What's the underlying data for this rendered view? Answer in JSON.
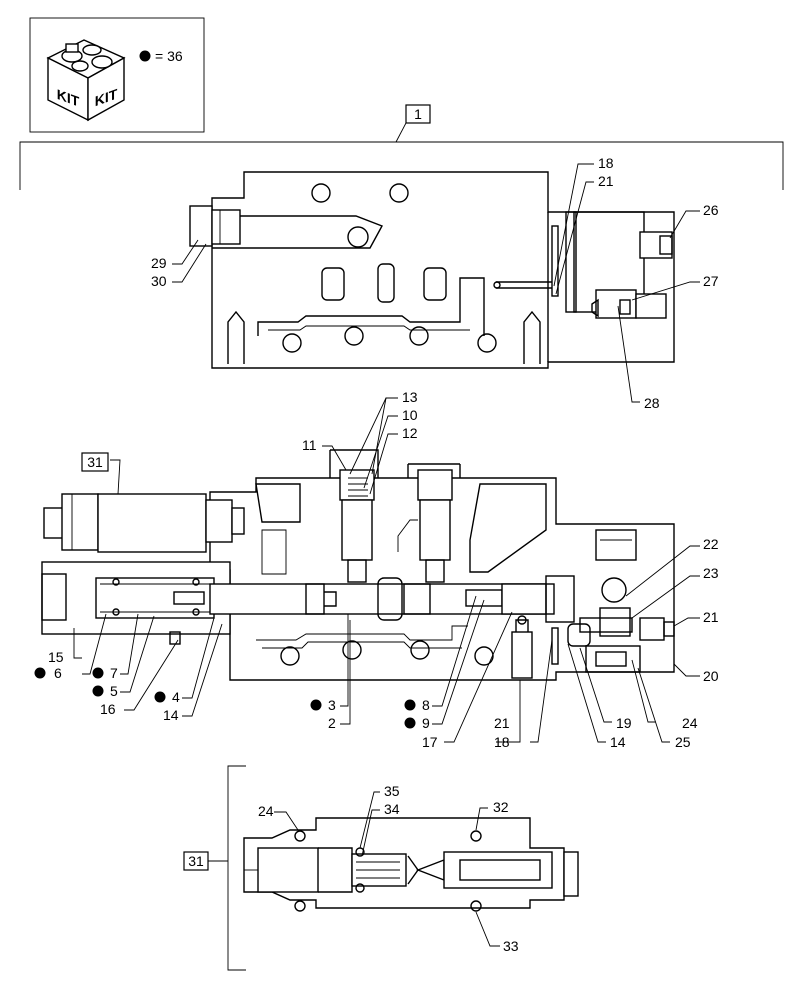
{
  "kit": {
    "word_left": "KIT",
    "word_right": "KIT",
    "legend_eq": "= 36"
  },
  "callouts": {
    "c1": "1",
    "c2": "2",
    "c3": "3",
    "c4": "4",
    "c5": "5",
    "c6": "6",
    "c7": "7",
    "c8": "8",
    "c9": "9",
    "c10": "10",
    "c11": "11",
    "c12": "12",
    "c13": "13",
    "c14": "14",
    "c15": "15",
    "c16": "16",
    "c17": "17",
    "c18": "18",
    "c19": "19",
    "c20": "20",
    "c21": "21",
    "c22": "22",
    "c23": "23",
    "c24": "24",
    "c25": "25",
    "c26": "26",
    "c27": "27",
    "c28": "28",
    "c29": "29",
    "c30": "30",
    "c31": "31",
    "c32": "32",
    "c33": "33",
    "c34": "34",
    "c35": "35"
  }
}
